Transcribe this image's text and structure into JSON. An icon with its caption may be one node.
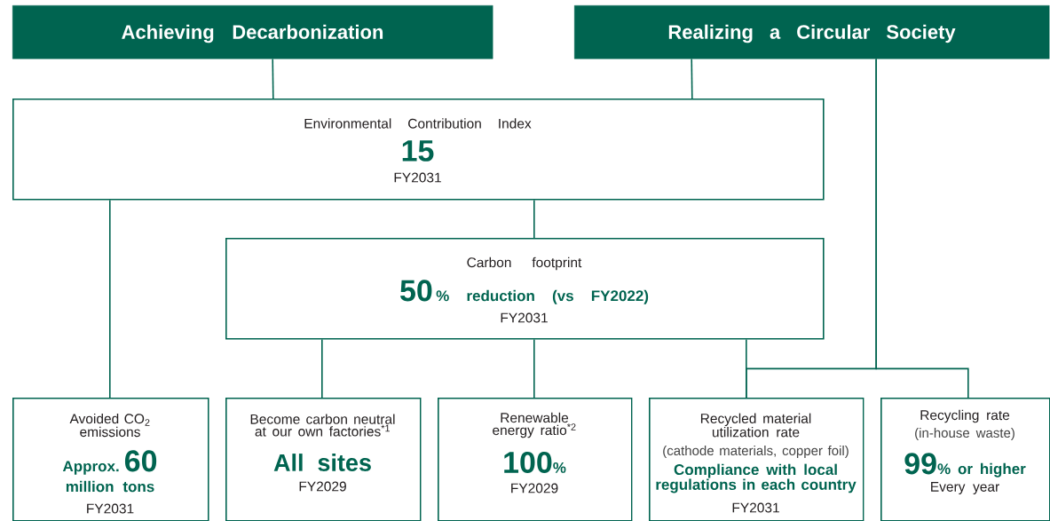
{
  "diagram": {
    "nodes": [
      {
        "text": [
          "Achieving Decarbonization"
        ]
      },
      {
        "text": [
          "Realizing a Circular Society"
        ]
      },
      {
        "text": [
          "Environmental Contribution Index",
          "15",
          "FY2031"
        ]
      },
      {
        "text": [
          "Carbon footprint",
          "50",
          "% reduction (vs FY2022)",
          "FY2031"
        ]
      },
      {
        "text": [
          "Avoided CO$_{2}$ emissions",
          "Approx.",
          "60",
          "million tons",
          "FY2031"
        ]
      },
      {
        "text": [
          "Become carbon neutral at our own factories$^{*1}$",
          "All sites",
          "FY2029"
        ]
      },
      {
        "text": [
          "Renewable energy ratio$^{*2}$",
          "100",
          "%",
          "FY2029"
        ]
      },
      {
        "text": [
          "Recycled material utilization rate",
          "(cathode materials, copper foil)",
          "Compliance with local regulations in each country",
          "FY2031"
        ]
      },
      {
        "text": [
          "Recycling rate",
          "(in-house waste)",
          "99",
          "% or higher",
          "Every year"
        ]
      }
    ],
    "edges": [
      {
        "from": 0,
        "to": 2,
        "arrow": "none"
      },
      {
        "from": 1,
        "to": 2,
        "arrow": "none"
      },
      {
        "from": 2,
        "to": 4,
        "arrow": "none"
      },
      {
        "from": 2,
        "to": 3,
        "arrow": "none"
      },
      {
        "from": 3,
        "to": 5,
        "arrow": "none"
      },
      {
        "from": 3,
        "to": 6,
        "arrow": "none"
      },
      {
        "from": 3,
        "to": 7,
        "arrow": "none"
      },
      {
        "from": 1,
        "to": 7,
        "arrow": "none"
      },
      {
        "from": 1,
        "to": 8,
        "arrow": "none"
      }
    ]
  }
}
